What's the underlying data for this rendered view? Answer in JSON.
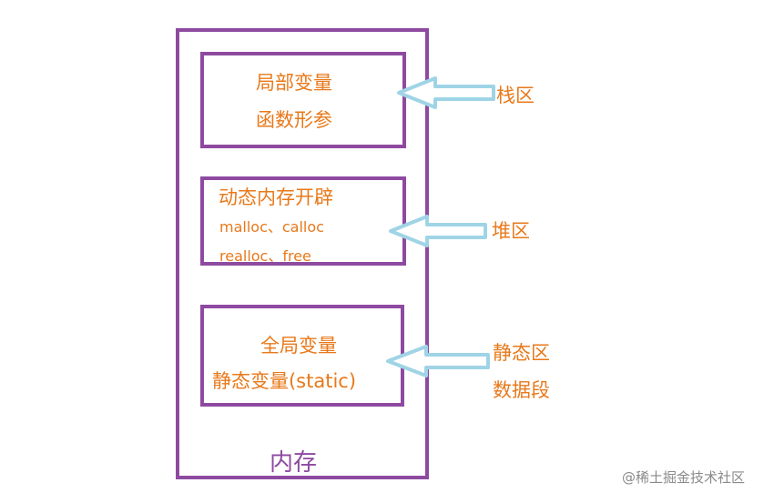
{
  "memory": {
    "label": "内存"
  },
  "stack": {
    "lines": [
      "局部变量",
      "函数形参"
    ],
    "region": "栈区"
  },
  "heap": {
    "lines": [
      "动态内存开辟",
      "malloc、calloc",
      "realloc、free"
    ],
    "region": "堆区"
  },
  "static": {
    "lines": [
      "全局变量",
      "静态变量(static)"
    ],
    "region_lines": [
      "静态区",
      "数据段"
    ]
  },
  "watermark": "@稀土掘金技术社区",
  "colors": {
    "border": "#8e4aa0",
    "text": "#e8791b",
    "arrow_fill": "#ffffff",
    "arrow_stroke": "#9fd4e6"
  }
}
